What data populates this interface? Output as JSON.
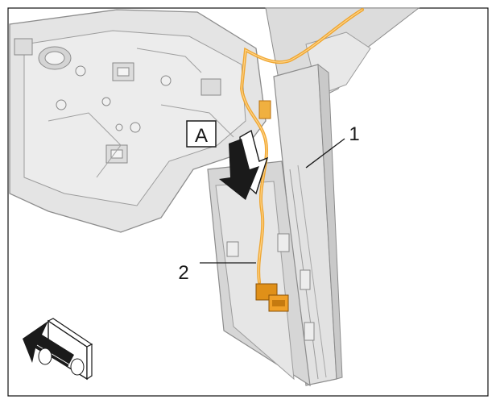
{
  "callouts": {
    "view_label": "A",
    "part_1": "1",
    "part_2": "2"
  },
  "colors": {
    "panel_fill": "#e4e4e4",
    "panel_edge": "#8c8c8c",
    "wire_harness": "#f0a020",
    "connector": "#e09018",
    "arrow_fill": "#1a1a1a"
  },
  "icons": {
    "view_direction": "view-direction-icon",
    "install_arrow": "down-arrow-icon"
  }
}
